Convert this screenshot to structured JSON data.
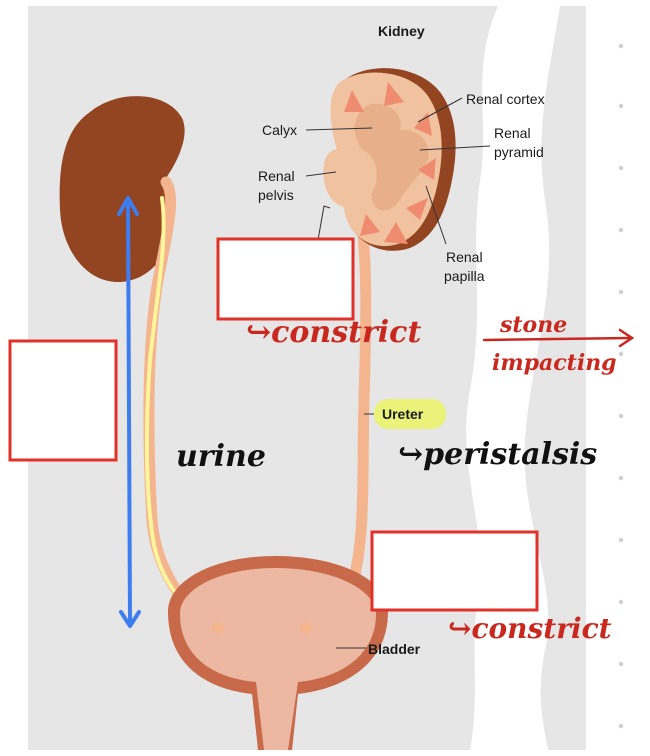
{
  "diagram": {
    "title": "Kidney",
    "labels": {
      "renal_cortex": "Renal cortex",
      "calyx": "Calyx",
      "renal_pyramid_1": "Renal",
      "renal_pyramid_2": "pyramid",
      "renal_pelvis_1": "Renal",
      "renal_pelvis_2": "pelvis",
      "renal_papilla_1": "Renal",
      "renal_papilla_2": "papilla",
      "ureter": "Ureter",
      "bladder": "Bladder"
    },
    "annotations": {
      "constrict_top": "↪constrict",
      "stone": "stone",
      "impacting": "impacting",
      "urine": "urine",
      "peristalsis": "↪peristalsis",
      "constrict_bottom": "↪constrict"
    },
    "blank_boxes": 3
  },
  "colors": {
    "background": "#e6e6e6",
    "kidney": "#934420",
    "tissue": "#f0c2a0",
    "pyramid": "#ef8c70",
    "ureter": "#f3b48e",
    "bladder_wall": "#c86a4a",
    "bladder_fill": "#ecb8a2",
    "urine_path": "#fff59a",
    "arrow_blue": "#3d7df0",
    "box_border": "#e0322a",
    "ink_red": "#c8281e",
    "highlight": "#eaf27a"
  }
}
